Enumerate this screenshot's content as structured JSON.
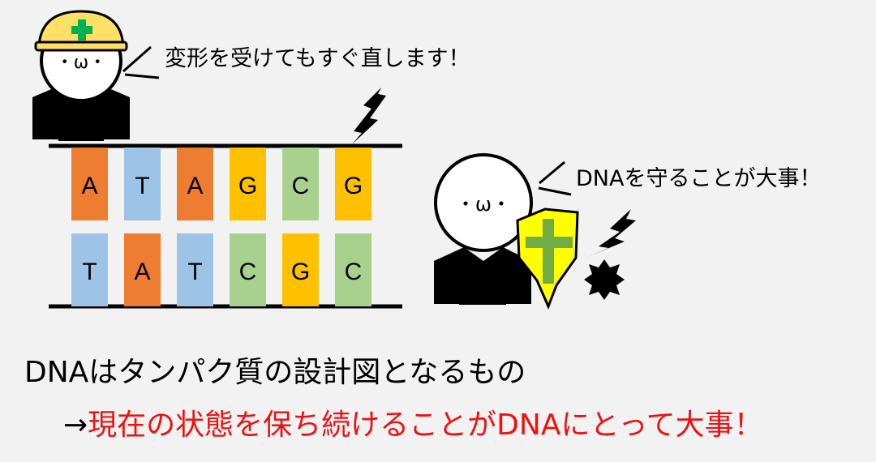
{
  "speech": {
    "repair": "変形を受けてもすぐ直します！",
    "protect": "DNAを守ることが大事！"
  },
  "caption": {
    "line1": "DNAはタンパク質の設計図となるもの",
    "arrow": "→",
    "line2": "現在の状態を保ち続けることがDNAにとって大事！"
  },
  "character_face": "・ω・",
  "dna": {
    "top_strand": [
      "A",
      "T",
      "A",
      "G",
      "C",
      "G"
    ],
    "bottom_strand": [
      "T",
      "A",
      "T",
      "C",
      "G",
      "C"
    ]
  },
  "colors": {
    "A": "#ed7d31",
    "T": "#9dc3e6",
    "G": "#ffc000",
    "C": "#a9d18e",
    "highlight_red": "#ee1111",
    "shield_yellow": "#ffff00",
    "shield_cross": "#70ad47",
    "helmet_yellow": "#ffe066",
    "helmet_cross": "#00b050"
  },
  "icons": [
    "helmet-icon",
    "shield-icon",
    "lightning-icon",
    "damage-burst-icon"
  ]
}
